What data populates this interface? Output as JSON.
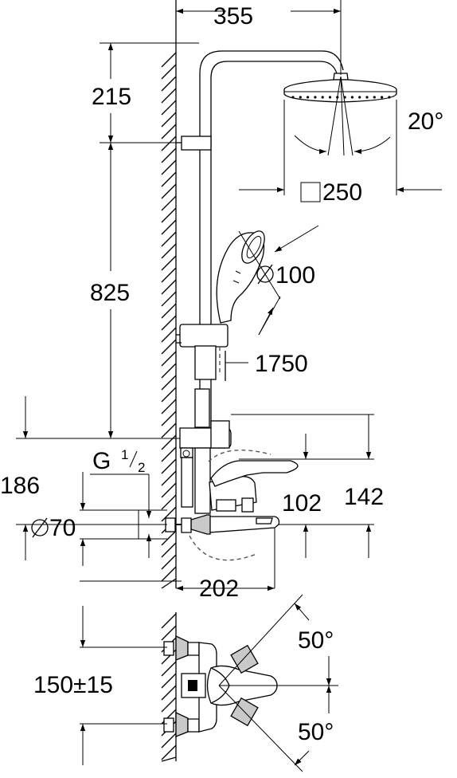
{
  "dimensions": {
    "arm_reach": "355",
    "head_height": "215",
    "rail_length": "825",
    "tilt_angle": "20°",
    "head_size": "250",
    "hand_shower_diameter": "100",
    "hose_length": "1750",
    "thread_label_main": "G",
    "thread_fraction_num": "1",
    "thread_fraction_den": "2",
    "height_186": "186",
    "outlet_102": "102",
    "outlet_142": "142",
    "escutcheon_diameter": "70",
    "spout_projection": "202",
    "swivel_angle_top": "50°",
    "swivel_angle_bottom": "50°",
    "center_distance": "150±15"
  },
  "symbols": {
    "square_icon": "square-symbol",
    "diameter_icon": "diameter-symbol"
  }
}
